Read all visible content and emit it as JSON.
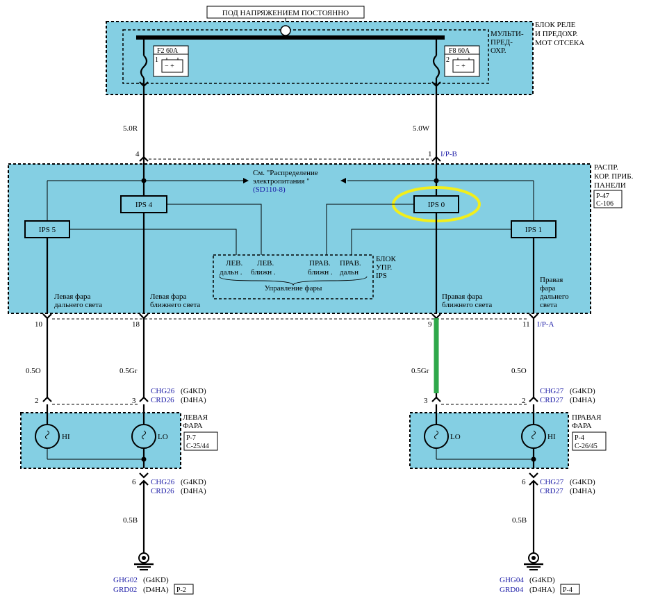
{
  "top_label": "ПОД НАПРЯЖЕНИЕМ ПОСТОЯННО",
  "relay_block": {
    "title_lines": [
      "БЛОК РЕЛЕ",
      "И ПРЕДОХР.",
      "МОТ ОТСЕКА"
    ],
    "multi_lines": [
      "МУЛЬТИ-",
      "ПРЕД-",
      "ОХР."
    ],
    "fuse_left": {
      "name": "F2 60A",
      "pin": "1"
    },
    "fuse_right": {
      "name": "F8 60A",
      "pin": "2"
    }
  },
  "wires_top": {
    "left": "5.0R",
    "right": "5.0W"
  },
  "ip_b": {
    "pin_left": "4",
    "pin_right": "1",
    "connector": "I/P-B"
  },
  "ip_panel": {
    "title_lines": [
      "РАСПР.",
      "КОР. ПРИБ.",
      "ПАНЕЛИ"
    ],
    "refs": [
      "P-47",
      "C-106"
    ],
    "see_lines": [
      "См. \"Распределение",
      "электропитания    \""
    ],
    "see_ref": "(SD110-8)",
    "ips": [
      "IPS 5",
      "IPS 4",
      "IPS 0",
      "IPS 1"
    ],
    "ctrl": {
      "lev_d": "ЛЕВ.",
      "lev_d2": "дальн .",
      "lev_b": "ЛЕВ.",
      "lev_b2": "ближн .",
      "prav_b": "ПРАВ.",
      "prav_b2": "ближн .",
      "prav_d": "ПРАВ.",
      "prav_d2": "дальн",
      "caption": "Управление   фары",
      "block_lines": [
        "БЛОК",
        "УПР.",
        "IPS"
      ]
    },
    "outputs": {
      "a1": "Левая  фара",
      "a2": "дальнего света",
      "b1": "Левая  фара",
      "b2": "ближнего  света",
      "c1": "Правая  фара",
      "c2": "ближнего  света",
      "d1": "Правая",
      "d2": "фара",
      "d3": "дальнего",
      "d4": "света"
    }
  },
  "ip_a": {
    "pins": [
      "10",
      "18",
      "9",
      "11"
    ],
    "connector": "I/P-A"
  },
  "wires_mid": [
    "0.5O",
    "0.5Gr",
    "0.5Gr",
    "0.5O"
  ],
  "left_head": {
    "pins": [
      "2",
      "3"
    ],
    "conn1": "CHG26",
    "conn1_note": "(G4KD)",
    "conn2": "CRD26",
    "conn2_note": "(D4HA)",
    "title_lines": [
      "ЛЕВАЯ",
      "ФАРА"
    ],
    "refs": [
      "P-7",
      "C-25/44"
    ],
    "lamps": [
      "HI",
      "LO"
    ],
    "ground_pin": "6",
    "gconn1": "CHG26",
    "gconn1_note": "(G4KD)",
    "gconn2": "CRD26",
    "gconn2_note": "(D4HA)",
    "ground_wire": "0.5B",
    "gnd1": "GHG02",
    "gnd1_note": "(G4KD)",
    "gnd2": "GRD02",
    "gnd2_note": "(D4HA)",
    "gnd_ref": "P-2"
  },
  "right_head": {
    "pins": [
      "3",
      "2"
    ],
    "conn1": "CHG27",
    "conn1_note": "(G4KD)",
    "conn2": "CRD27",
    "conn2_note": "(D4HA)",
    "title_lines": [
      "ПРАВАЯ",
      "ФАРА"
    ],
    "refs": [
      "P-4",
      "C-26/45"
    ],
    "lamps": [
      "LO",
      "HI"
    ],
    "ground_pin": "6",
    "gconn1": "CHG27",
    "gconn1_note": "(G4KD)",
    "gconn2": "CRD27",
    "gconn2_note": "(D4HA)",
    "ground_wire": "0.5B",
    "gnd1": "GHG04",
    "gnd1_note": "(G4KD)",
    "gnd2": "GRD04",
    "gnd2_note": "(D4HA)",
    "gnd_ref": "P-4"
  },
  "colors": {
    "panel": "#84cfe3",
    "highlight_ring": "#f2ee1b",
    "highlight_wire": "#2ea84a",
    "link": "#1a1aa6"
  }
}
